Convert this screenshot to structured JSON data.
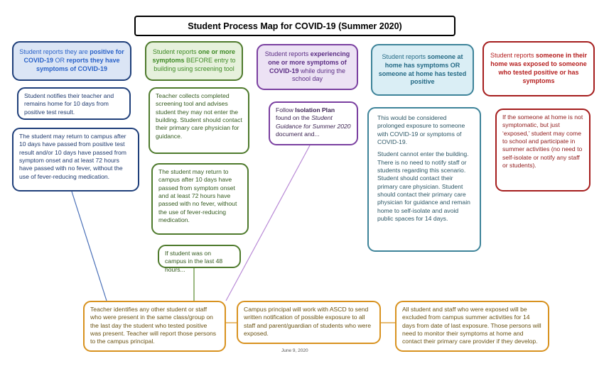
{
  "title": "Student Process Map for COVID-19 (Summer 2020)",
  "date": "June 9, 2020",
  "col1": {
    "head_pre": "Student reports they are ",
    "head_b1": "positive for COVID-19",
    "head_mid": " OR ",
    "head_b2": "reports they have symptoms of COVID-19",
    "box2": "Student notifies their teacher and remains home for 10 days from positive test result.",
    "box3": "The student may return to campus after 10 days have passed from positive test result and/or 10 days have passed from symptom onset and at least 72 hours have passed with no fever, without the use of fever-reducing medication."
  },
  "col2": {
    "head_pre": "Student reports ",
    "head_b1": "one or more symptoms",
    "head_post": " BEFORE entry to building using screening tool",
    "box2": "Teacher collects completed screening tool and advises student they may not enter the building. Student should contact their primary care physician for guidance.",
    "box3": "The student may return to campus after 10 days have passed from symptom onset and at least 72 hours have passed with no fever, without the use of fever-reducing medication.",
    "box4": "If student was on campus in the last 48 hours..."
  },
  "col3": {
    "head_pre": "Student reports ",
    "head_b1": "experiencing one or more symptoms of COVID-19",
    "head_post": " while during the school day",
    "box2_pre": "Follow ",
    "box2_b": "Isolation Plan",
    "box2_mid": " found on the ",
    "box2_i": "Student Guidance for Summer 2020",
    "box2_post": " document and..."
  },
  "col4": {
    "head_pre": "Student reports ",
    "head_b1": "someone at home has symptoms OR someone at home has tested positive",
    "p1": "This would be considered prolonged exposure to someone with COVID-19 or symptoms of COVID-19.",
    "p2": "Student cannot enter the building. There is no need to notify staff or students regarding this scenario. Student should contact their primary care physician. Student should contact their primary care physician for guidance and remain home to self-isolate and avoid public spaces for 14 days."
  },
  "col5": {
    "head_pre": "Student reports ",
    "head_b1": "someone in their home was exposed to someone who tested positive or has symptoms",
    "box2": "If the someone at home is not symptomatic, but just ‘exposed,’ student may come to school and participate in summer activities (no need to self-isolate or notify any staff or students)."
  },
  "bottom": {
    "b1": "Teacher identifies any other student or staff who were present in the same class/group on the last day the student who tested positive was present. Teacher will report those persons to the campus principal.",
    "b2": "Campus principal will work with ASCD to send written notification of possible exposure to all staff and parent/guardian of students who were exposed.",
    "b3": "All student and staff who were exposed will be excluded from campus summer activities for 14 days from date of last exposure. Those persons will need to monitor their symptoms at home and contact their primary care provider if they develop."
  }
}
